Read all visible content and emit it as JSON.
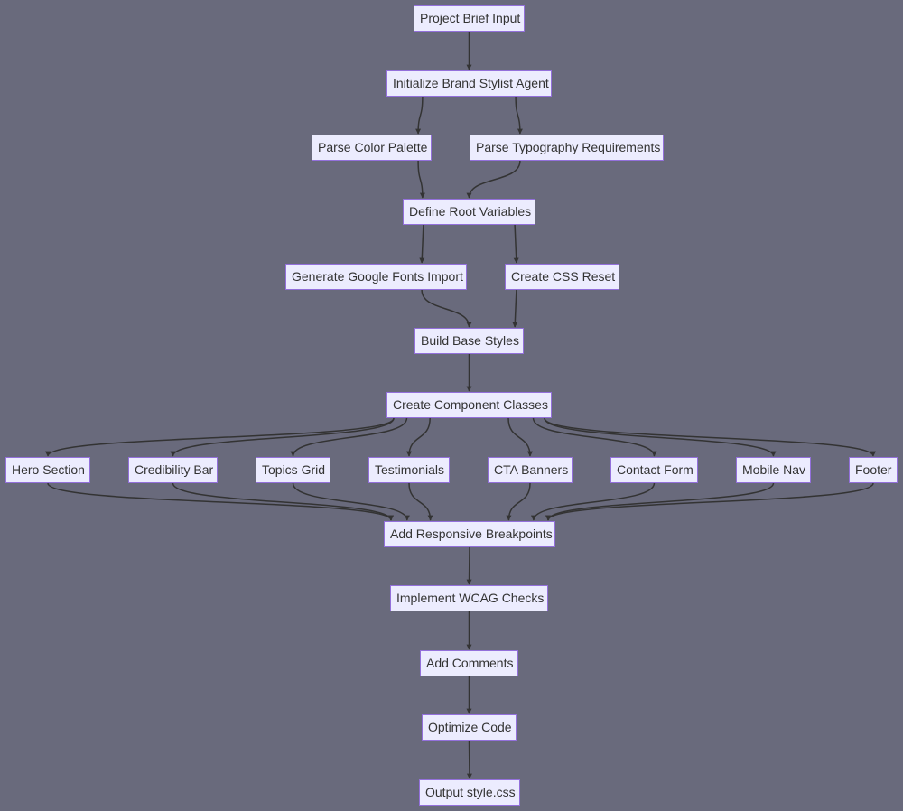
{
  "theme": {
    "background": "#696a7c",
    "node_fill": "#ececfe",
    "node_border": "#9370db",
    "node_text": "#333333",
    "edge_color": "#333333"
  },
  "nodes": {
    "project_brief_input": "Project Brief Input",
    "init_brand_stylist": "Initialize Brand Stylist Agent",
    "parse_color_palette": "Parse Color Palette",
    "parse_typography": "Parse Typography Requirements",
    "define_root_variables": "Define Root Variables",
    "generate_fonts_import": "Generate Google Fonts Import",
    "create_css_reset": "Create CSS Reset",
    "build_base_styles": "Build Base Styles",
    "create_component_classes": "Create Component Classes",
    "hero_section": "Hero Section",
    "credibility_bar": "Credibility Bar",
    "topics_grid": "Topics Grid",
    "testimonials": "Testimonials",
    "cta_banners": "CTA Banners",
    "contact_form": "Contact Form",
    "mobile_nav": "Mobile Nav",
    "footer": "Footer",
    "add_responsive_breakpoints": "Add Responsive Breakpoints",
    "implement_wcag_checks": "Implement WCAG Checks",
    "add_comments": "Add Comments",
    "optimize_code": "Optimize Code",
    "output_style_css": "Output style.css"
  },
  "edges": [
    [
      "project_brief_input",
      "init_brand_stylist"
    ],
    [
      "init_brand_stylist",
      "parse_color_palette"
    ],
    [
      "init_brand_stylist",
      "parse_typography"
    ],
    [
      "parse_color_palette",
      "define_root_variables"
    ],
    [
      "parse_typography",
      "define_root_variables"
    ],
    [
      "define_root_variables",
      "generate_fonts_import"
    ],
    [
      "define_root_variables",
      "create_css_reset"
    ],
    [
      "generate_fonts_import",
      "build_base_styles"
    ],
    [
      "create_css_reset",
      "build_base_styles"
    ],
    [
      "build_base_styles",
      "create_component_classes"
    ],
    [
      "create_component_classes",
      "hero_section"
    ],
    [
      "create_component_classes",
      "credibility_bar"
    ],
    [
      "create_component_classes",
      "topics_grid"
    ],
    [
      "create_component_classes",
      "testimonials"
    ],
    [
      "create_component_classes",
      "cta_banners"
    ],
    [
      "create_component_classes",
      "contact_form"
    ],
    [
      "create_component_classes",
      "mobile_nav"
    ],
    [
      "create_component_classes",
      "footer"
    ],
    [
      "hero_section",
      "add_responsive_breakpoints"
    ],
    [
      "credibility_bar",
      "add_responsive_breakpoints"
    ],
    [
      "topics_grid",
      "add_responsive_breakpoints"
    ],
    [
      "testimonials",
      "add_responsive_breakpoints"
    ],
    [
      "cta_banners",
      "add_responsive_breakpoints"
    ],
    [
      "contact_form",
      "add_responsive_breakpoints"
    ],
    [
      "mobile_nav",
      "add_responsive_breakpoints"
    ],
    [
      "footer",
      "add_responsive_breakpoints"
    ],
    [
      "add_responsive_breakpoints",
      "implement_wcag_checks"
    ],
    [
      "implement_wcag_checks",
      "add_comments"
    ],
    [
      "add_comments",
      "optimize_code"
    ],
    [
      "optimize_code",
      "output_style_css"
    ]
  ]
}
